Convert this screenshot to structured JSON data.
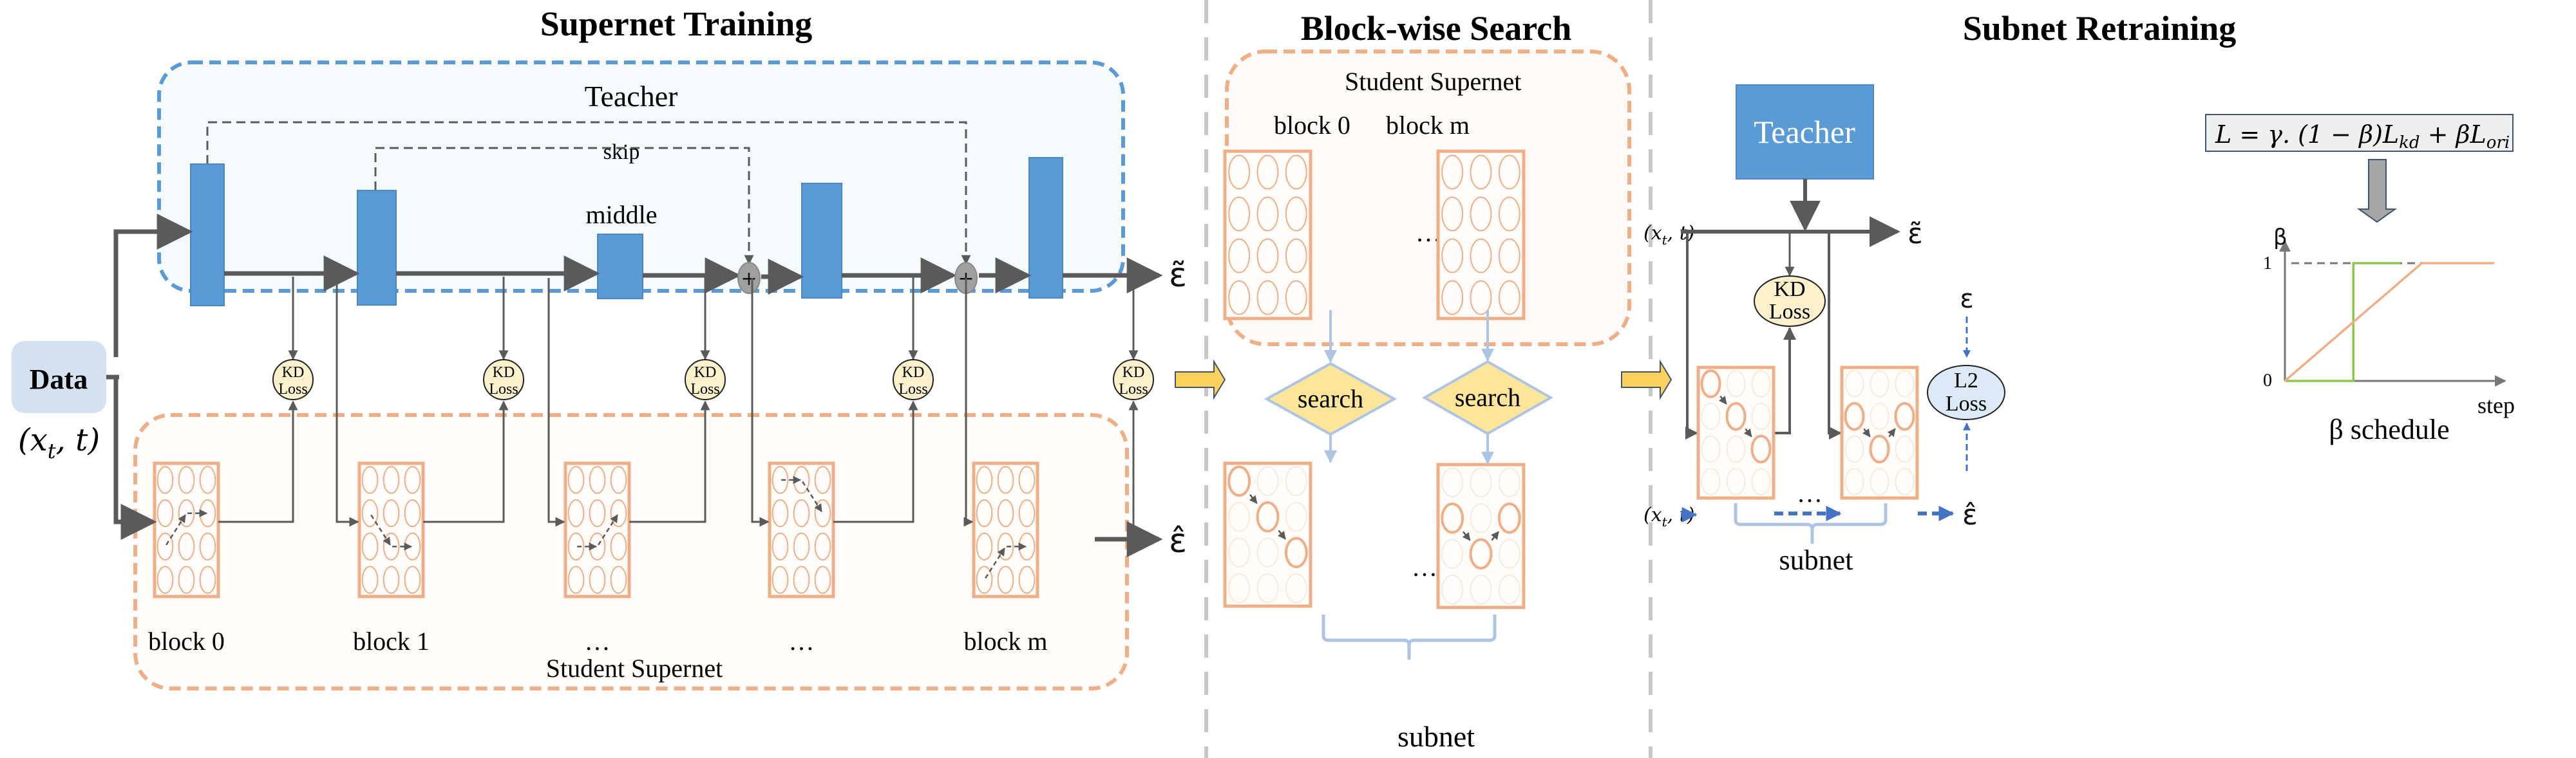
{
  "sections": {
    "supernet_training": "Supernet Training",
    "block_wise_search": "Block-wise Search",
    "subnet_retraining": "Subnet Retraining"
  },
  "training": {
    "teacher_label": "Teacher",
    "skip_label": "skip",
    "middle_label": "middle",
    "data_label": "Data",
    "input_label": "(x",
    "input_sub": "t",
    "input_tail": ", t)",
    "teacher_output": "ε̃",
    "student_output": "ε̂",
    "kd_loss_line1": "KD",
    "kd_loss_line2": "Loss",
    "student_supernet_label": "Student Supernet",
    "block_labels": [
      "block 0",
      "block 1",
      "…",
      "…",
      "block m"
    ]
  },
  "search": {
    "student_supernet_label": "Student Supernet",
    "block_labels": [
      "block 0",
      "block m"
    ],
    "ellipsis": "…",
    "search_label": "search",
    "subnet_label": "subnet"
  },
  "retraining": {
    "teacher_label": "Teacher",
    "input_label": "(x",
    "input_sub": "t",
    "input_tail": ", t)",
    "teacher_output": "ε̃",
    "student_output": "ε̂",
    "target": "ε",
    "kd_loss_line1": "KD",
    "kd_loss_line2": "Loss",
    "l2_loss_line1": "L2",
    "l2_loss_line2": "Loss",
    "ellipsis": "…",
    "subnet_label": "subnet",
    "formula": "L = γ. (1 − β)L",
    "formula_sub_kd": "kd",
    "formula_mid": " + βL",
    "formula_sub_ori": "ori"
  },
  "chart_data": {
    "type": "line",
    "title": "β schedule",
    "xlabel": "step",
    "ylabel": "β",
    "yticks": [
      "0",
      "1"
    ],
    "ylim": [
      0,
      1
    ],
    "xlim": [
      0,
      1
    ],
    "reference_line": {
      "y": 1,
      "style": "dashed",
      "color": "#777777"
    },
    "series": [
      {
        "name": "step schedule",
        "color": "#8fc44f",
        "x": [
          0,
          0.32,
          0.32,
          0.54
        ],
        "y": [
          0,
          0,
          1,
          1
        ]
      },
      {
        "name": "linear schedule",
        "color": "#f0ae86",
        "x": [
          0,
          0.64,
          0.98
        ],
        "y": [
          0,
          1,
          1
        ]
      }
    ]
  },
  "colors": {
    "teacher_blue": "#5b9bd5",
    "teacher_border": "#4a86c8",
    "teacher_bg": "#f5fafd",
    "student_orange": "#f0ae86",
    "student_bg": "#fffcf9",
    "kd_fill": "#fdf1cc",
    "l2_fill": "#dce9f6",
    "search_fill": "#fde599",
    "search_border": "#adc4e4",
    "arrow_gray": "#5a5a5a",
    "section_divider": "#c8c8c8",
    "stage_arrow": "#fcd15c",
    "data_bg": "#d4e1f1",
    "formula_bg": "#efefef",
    "dashed_blue": "#4472c4"
  }
}
